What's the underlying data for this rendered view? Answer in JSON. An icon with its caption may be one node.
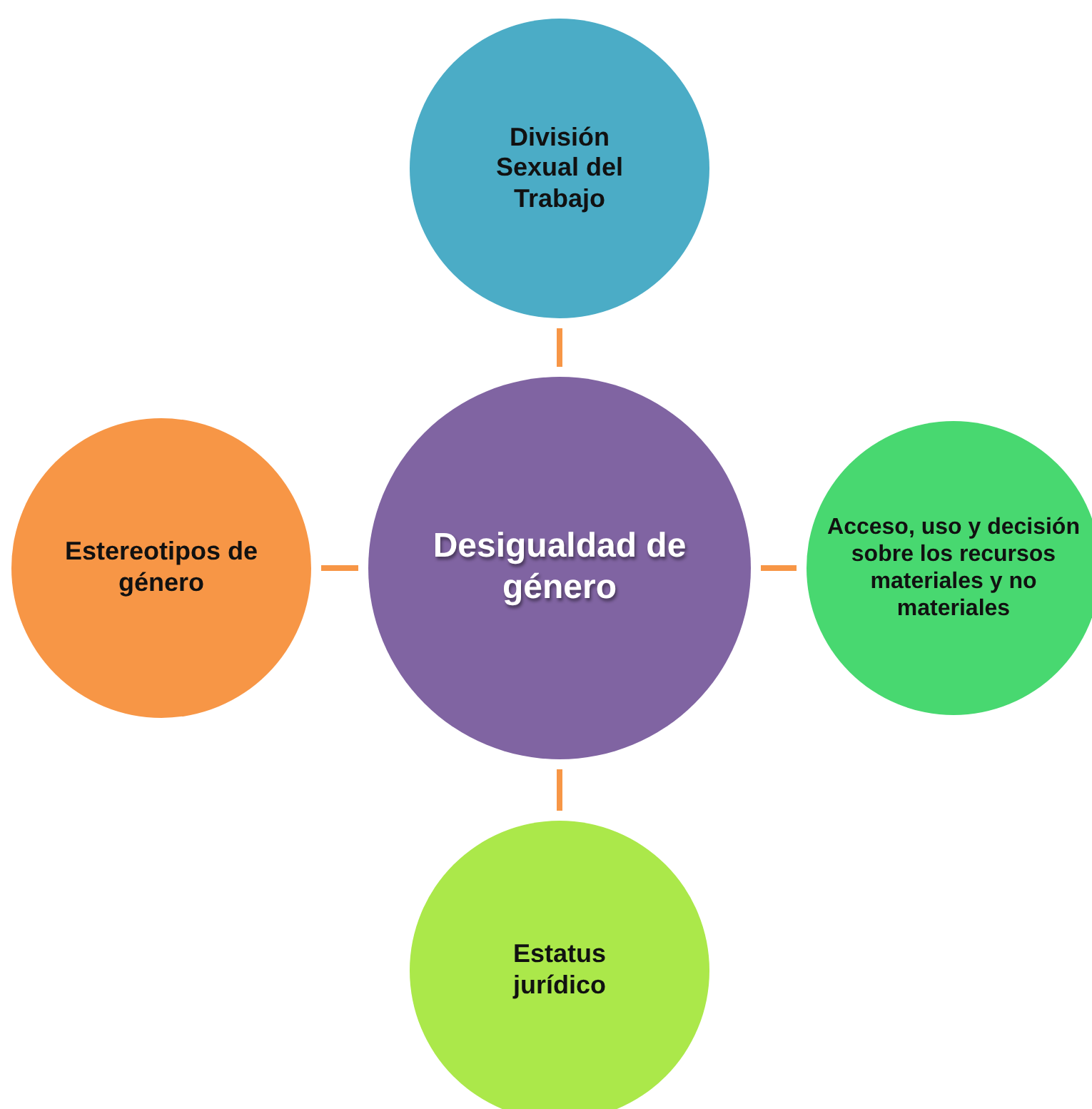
{
  "diagram": {
    "nodes": [
      {
        "text": [
          "División Sexual del Trabajo"
        ]
      },
      {
        "text": [
          "Estereotipos de género"
        ]
      },
      {
        "text": [
          "Desigualdad de género"
        ]
      },
      {
        "text": [
          "Acceso, uso y decisión sobre los recursos materiales y no materiales"
        ]
      },
      {
        "text": [
          "Estatus jurídico"
        ]
      }
    ],
    "edges": [
      {
        "from": 2,
        "to": 0,
        "arrow": "none"
      },
      {
        "from": 2,
        "to": 1,
        "arrow": "none"
      },
      {
        "from": 2,
        "to": 3,
        "arrow": "none"
      },
      {
        "from": 2,
        "to": 4,
        "arrow": "none"
      }
    ]
  }
}
